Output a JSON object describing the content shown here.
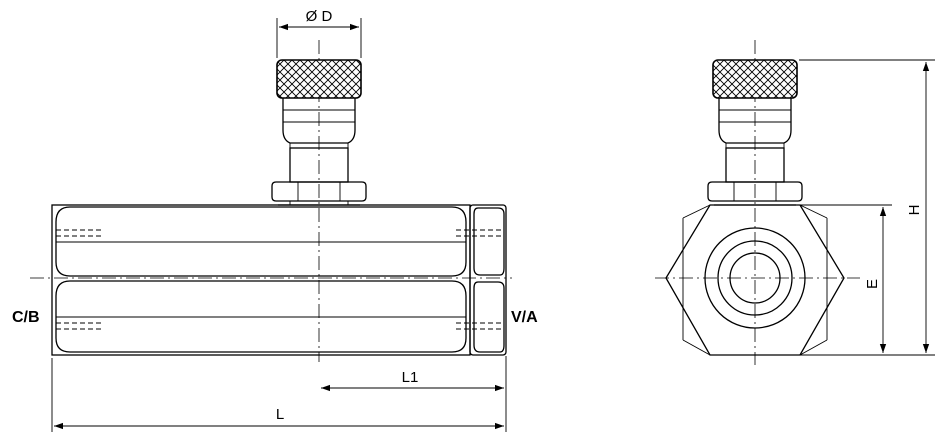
{
  "labels": {
    "diameter": "Ø D",
    "port_left": "C/B",
    "port_right": "V/A",
    "length_l1": "L1",
    "length_l": "L",
    "height_h": "H",
    "height_e": "E"
  },
  "colors": {
    "line": "#000000",
    "background": "#ffffff"
  }
}
